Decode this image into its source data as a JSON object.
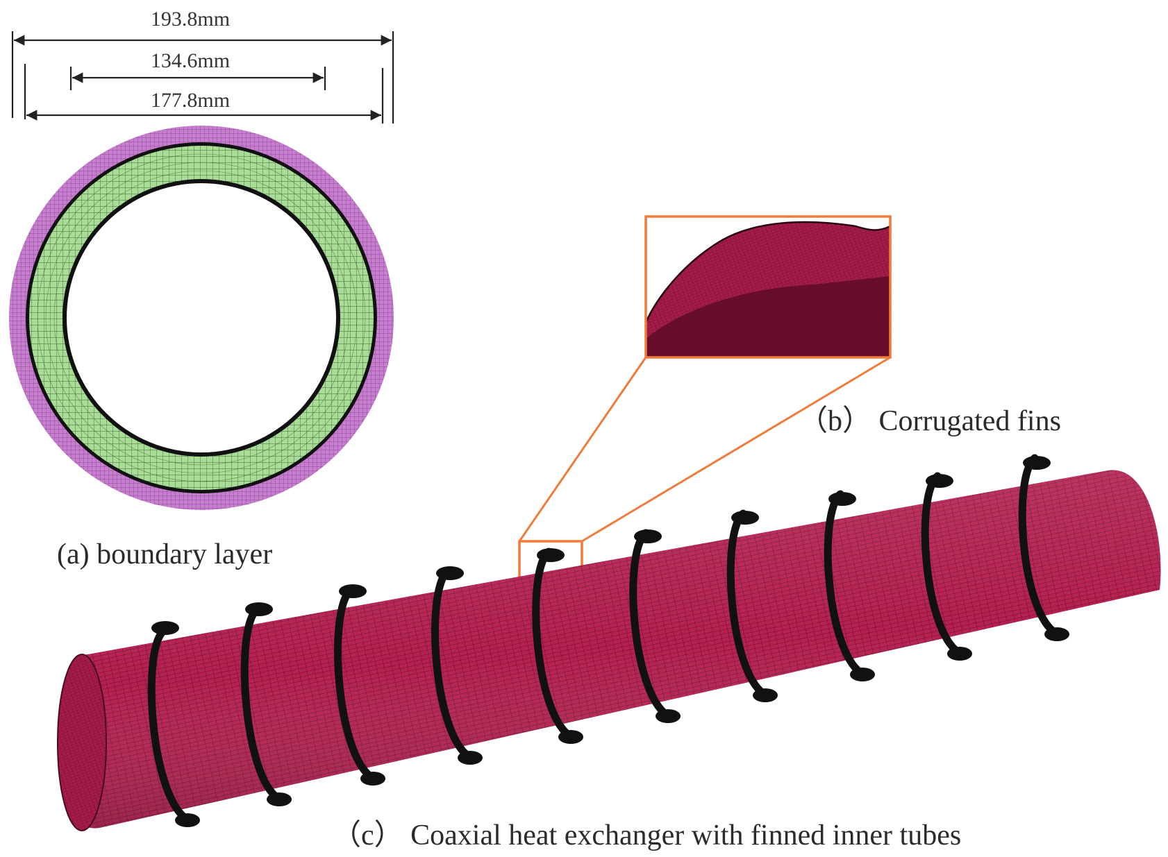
{
  "dimensions": {
    "outer": "193.8mm",
    "inner": "134.6mm",
    "middle": "177.8mm"
  },
  "captions": {
    "a": "(a)  boundary layer",
    "b": "（b）  Corrugated fins",
    "c": "（c）  Coaxial heat exchanger with finned inner tubes"
  },
  "colors": {
    "boundary_layer": "#c77ecf",
    "annulus_mesh": "#a9dd97",
    "tube_mesh": "#b4204f",
    "fin": "#111111",
    "highlight_box": "#f07a3a"
  }
}
